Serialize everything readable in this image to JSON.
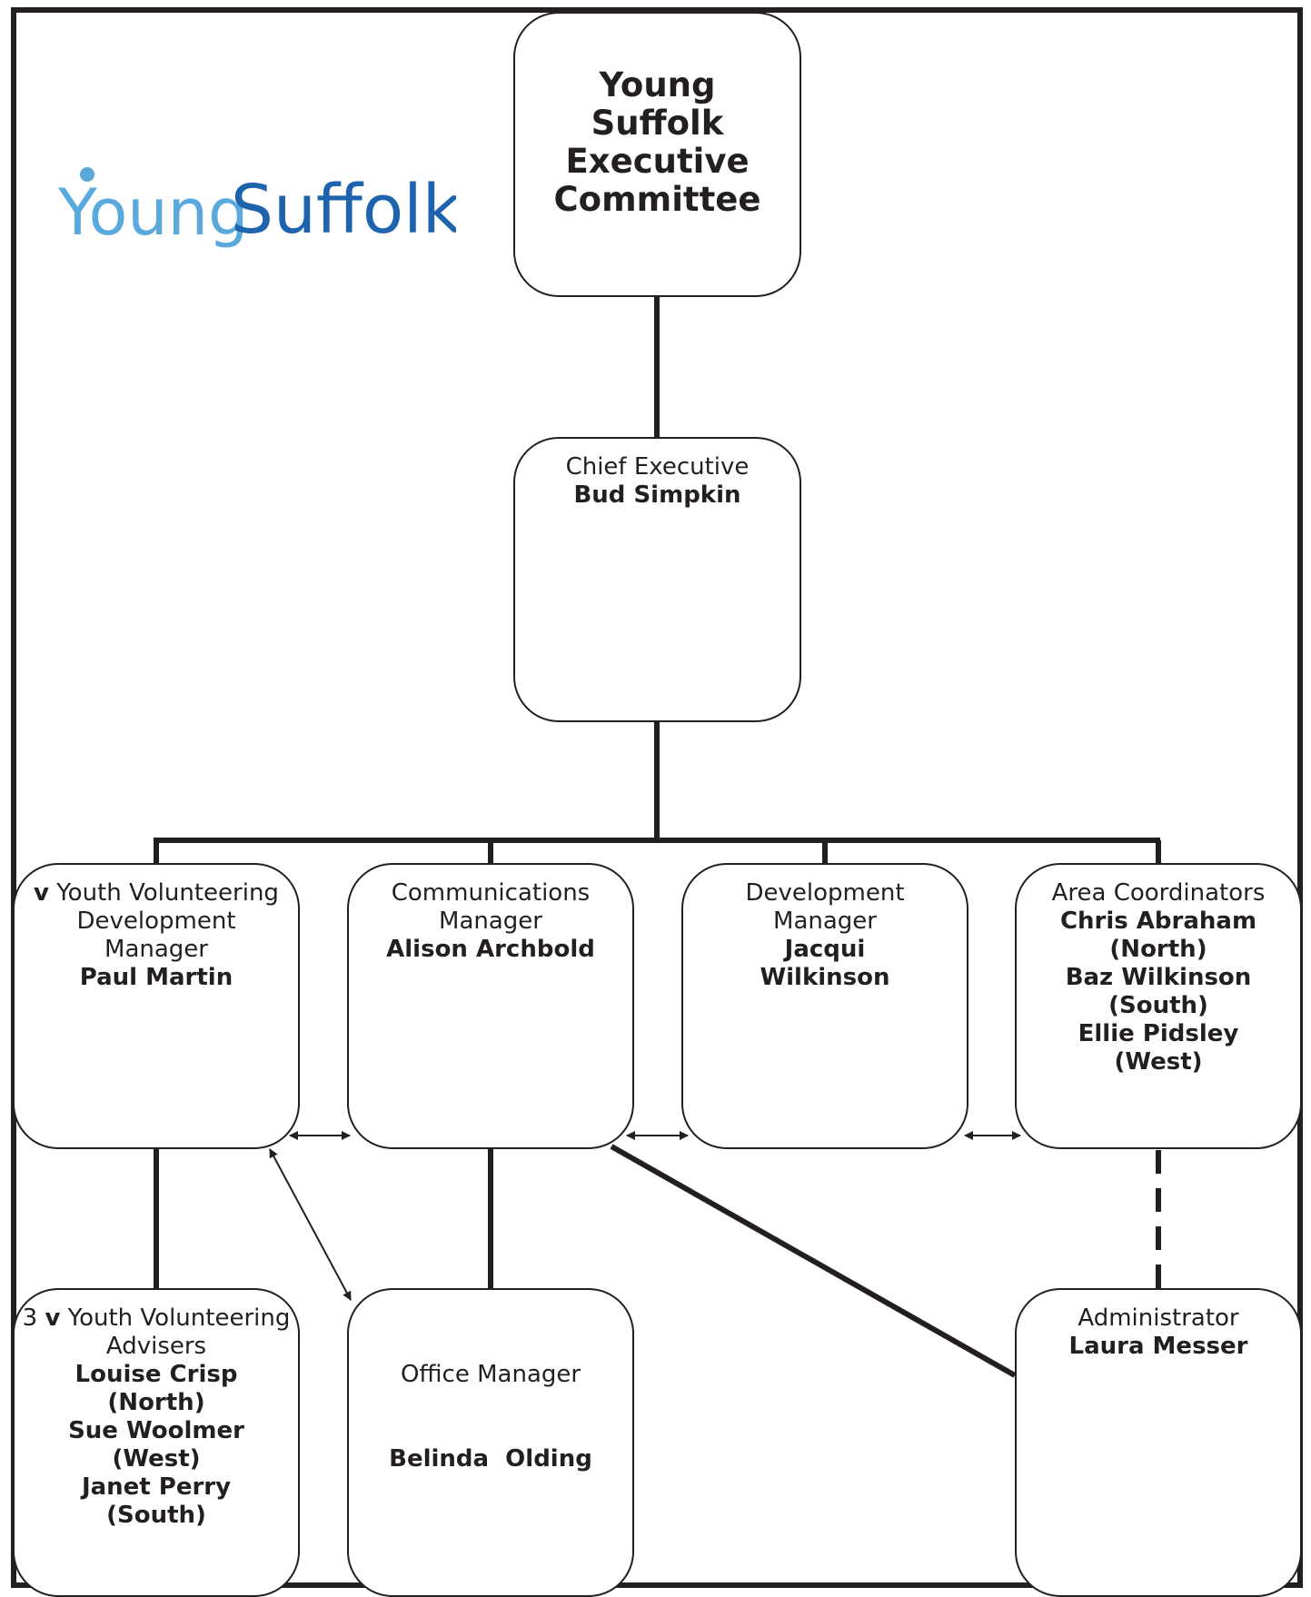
{
  "logo": {
    "word1": "Young",
    "word2": "Suffolk",
    "colors": {
      "young": "#5aa9dd",
      "suffolk": "#1d63ad"
    }
  },
  "executive": {
    "title": "Young Suffolk\nExecutive\nCommittee"
  },
  "chief": {
    "role": "Chief Executive",
    "name": "Bud Simpkin"
  },
  "youth_volunteering": {
    "prefix": "v",
    "role": "Youth Volunteering Development Manager",
    "name": "Paul Martin"
  },
  "communications": {
    "role": "Communications Manager",
    "name": "Alison Archbold"
  },
  "development": {
    "role": "Development Manager",
    "name": "Jacqui Wilkinson"
  },
  "area": {
    "role": "Area Coordinators",
    "people": [
      {
        "name": "Chris Abraham",
        "region": "(North)"
      },
      {
        "name": "Baz Wilkinson",
        "region": "(South)"
      },
      {
        "name": "Ellie Pidsley",
        "region": "(West)"
      }
    ]
  },
  "advisers": {
    "count": "3",
    "prefix": "v",
    "role": "Youth Volunteering Advisers",
    "people": [
      {
        "name": "Louise Crisp",
        "region": "(North)"
      },
      {
        "name": "Sue Woolmer",
        "region": "(West)"
      },
      {
        "name": "Janet Perry",
        "region": "(South)"
      }
    ]
  },
  "office": {
    "role": "Office Manager",
    "name": "Belinda  Olding"
  },
  "administrator": {
    "role": "Administrator",
    "name": "Laura Messer"
  }
}
